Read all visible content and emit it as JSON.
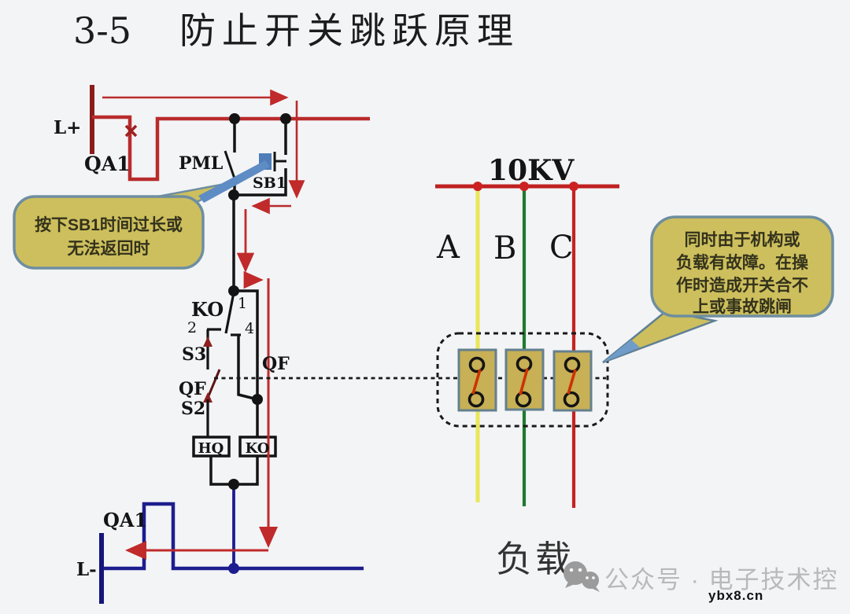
{
  "title": {
    "number": "3-5",
    "text": "防止开关跳跃原理"
  },
  "control": {
    "l_plus": "L+",
    "l_minus": "L-",
    "qa1_top": "QA1",
    "qa1_bottom": "QA1",
    "pml": "PML",
    "sb1": "SB1",
    "ko_relay": "KO",
    "pin1": "1",
    "pin2": "2",
    "pin4": "4",
    "s3": "S3",
    "qf_aux": "QF",
    "s2": "S2",
    "qf_trip": "QF",
    "hq_coil": "HQ",
    "ko_coil": "KO"
  },
  "callout_left": {
    "line1": "按下SB1时间过长或",
    "line2": "无法返回时"
  },
  "callout_right": {
    "line1": "同时由于机构或",
    "line2": "负载有故障。在操",
    "line3": "作时造成开关合不",
    "line4": "上或事故跳闸"
  },
  "power": {
    "bus_voltage": "10KV",
    "phase_a": "A",
    "phase_b": "B",
    "phase_c": "C",
    "load": "负载"
  },
  "watermark": {
    "account": "公众号 · 电子技术控",
    "site": "ybx8.cn"
  },
  "colors": {
    "wire_red": "#b92b2b",
    "dark_red_bar": "#8c1c1c",
    "wire_blue": "#1d1d8f",
    "wire_black": "#141414",
    "phase_a_yellow": "#e9e65c",
    "phase_b_green": "#1f7a30",
    "phase_c_red": "#c32222",
    "callout_fill": "#cdbf5d",
    "callout_border": "#6e8ea0",
    "switch_box_fill": "#c7b055",
    "sb1_button_blue": "#4f7db8"
  }
}
